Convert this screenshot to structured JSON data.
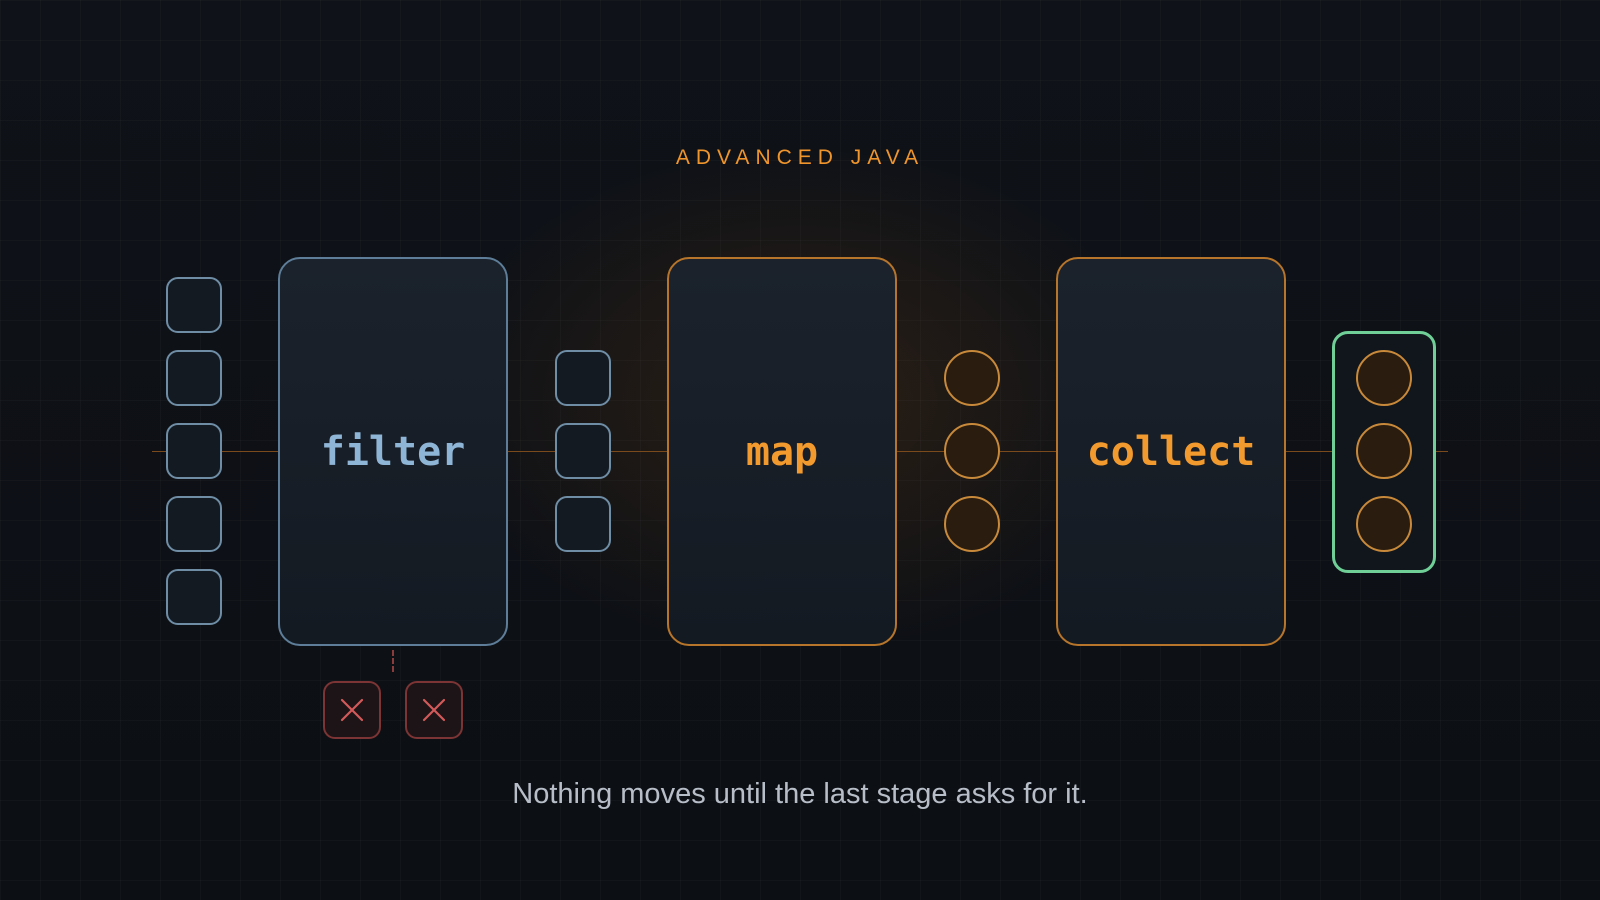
{
  "header": {
    "eyebrow": "ADVANCED JAVA"
  },
  "pipeline": {
    "stages": [
      {
        "label": "filter"
      },
      {
        "label": "map"
      },
      {
        "label": "collect"
      }
    ],
    "input_count": 5,
    "filtered_count": 3,
    "rejected_count": 2,
    "mapped_count": 3,
    "collected_count": 3
  },
  "caption": "Nothing moves until the last stage asks for it.",
  "colors": {
    "accent": "#f29a2e",
    "filter": "#8fb5d6",
    "reject": "#d25a5a",
    "result": "#6fcf97"
  },
  "icons": {
    "reject": "close-icon"
  }
}
